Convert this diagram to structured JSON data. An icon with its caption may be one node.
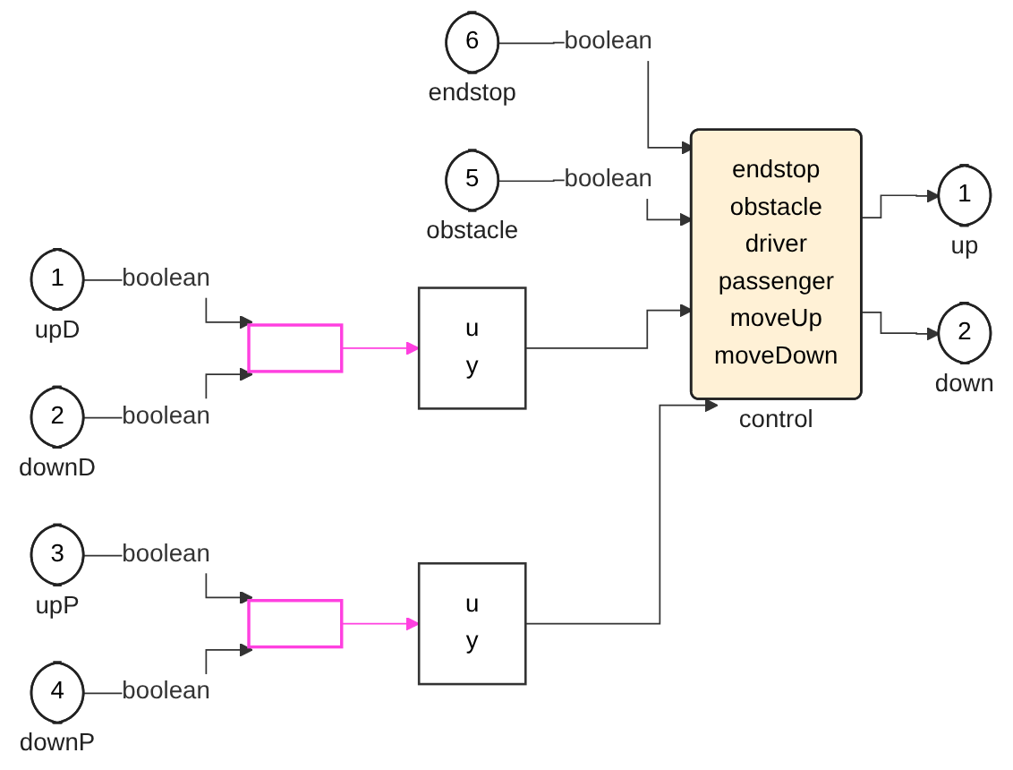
{
  "diagram": {
    "nodes": [
      {
        "text": [
          "6"
        ],
        "beside": [
          "endstop"
        ]
      },
      {
        "text": [
          "5"
        ],
        "beside": [
          "obstacle"
        ]
      },
      {
        "text": [
          "1"
        ],
        "beside": [
          "upD"
        ]
      },
      {
        "text": [
          "2"
        ],
        "beside": [
          "downD"
        ]
      },
      {
        "text": [],
        "shape": "bar"
      },
      {
        "text": [
          "u",
          "y"
        ]
      },
      {
        "text": [
          "3"
        ],
        "beside": [
          "upP"
        ]
      },
      {
        "text": [
          "4"
        ],
        "beside": [
          "downP"
        ]
      },
      {
        "text": [],
        "shape": "bar"
      },
      {
        "text": [
          "u",
          "y"
        ]
      },
      {
        "text": [
          "endstop",
          "obstacle",
          "driver",
          "passenger",
          "moveUp",
          "moveDown"
        ],
        "beside": [
          "control"
        ]
      },
      {
        "text": [
          "1"
        ],
        "beside": [
          "up"
        ]
      },
      {
        "text": [
          "2"
        ],
        "beside": [
          "down"
        ]
      }
    ],
    "edges": [
      {
        "from": 0,
        "to": 10,
        "arrow": "to",
        "label": "boolean"
      },
      {
        "from": 1,
        "to": 10,
        "arrow": "to",
        "label": "boolean"
      },
      {
        "from": 2,
        "to": 4,
        "arrow": "to",
        "label": "boolean"
      },
      {
        "from": 3,
        "to": 4,
        "arrow": "to",
        "label": "boolean"
      },
      {
        "from": 4,
        "to": 5,
        "arrow": "to",
        "color": "#ff40e0"
      },
      {
        "from": 5,
        "to": 10,
        "arrow": "to"
      },
      {
        "from": 6,
        "to": 8,
        "arrow": "to",
        "label": "boolean"
      },
      {
        "from": 7,
        "to": 8,
        "arrow": "to",
        "label": "boolean"
      },
      {
        "from": 8,
        "to": 9,
        "arrow": "to",
        "color": "#ff40e0"
      },
      {
        "from": 9,
        "to": 10,
        "arrow": "to"
      },
      {
        "from": 10,
        "to": 11,
        "arrow": "to"
      },
      {
        "from": 10,
        "to": 12,
        "arrow": "to"
      }
    ]
  }
}
